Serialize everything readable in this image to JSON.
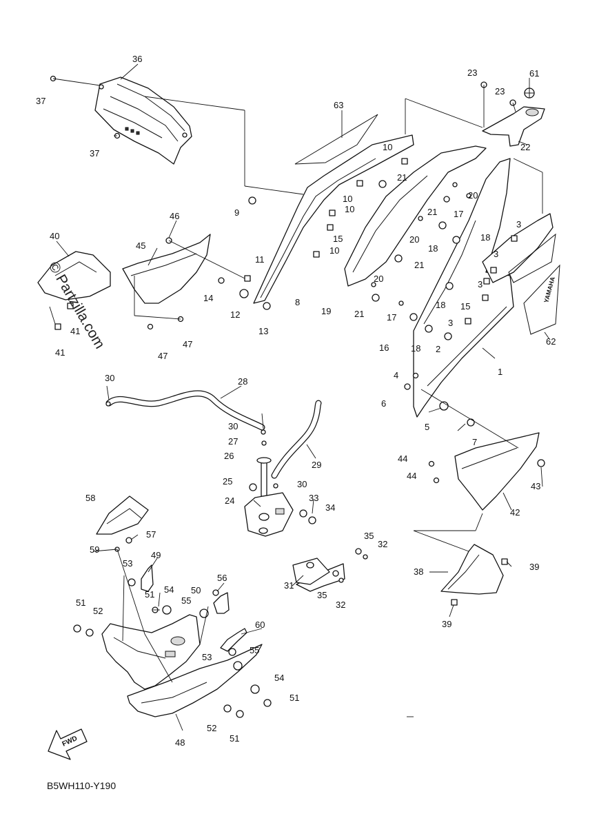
{
  "diagram_code": "B5WH110-Y190",
  "watermark": "© Partzilla.com",
  "fwd_label": "FWD",
  "decal_text": "YAMAHA",
  "callouts": [
    {
      "id": "c1",
      "text": "1"
    },
    {
      "id": "c2",
      "text": "2"
    },
    {
      "id": "c3a",
      "text": "3"
    },
    {
      "id": "c3b",
      "text": "3"
    },
    {
      "id": "c3c",
      "text": "3"
    },
    {
      "id": "c3d",
      "text": "3"
    },
    {
      "id": "c4",
      "text": "4"
    },
    {
      "id": "c5",
      "text": "5"
    },
    {
      "id": "c6",
      "text": "6"
    },
    {
      "id": "c7",
      "text": "7"
    },
    {
      "id": "c8",
      "text": "8"
    },
    {
      "id": "c9",
      "text": "9"
    },
    {
      "id": "c10a",
      "text": "10"
    },
    {
      "id": "c10b",
      "text": "10"
    },
    {
      "id": "c10c",
      "text": "10"
    },
    {
      "id": "c10d",
      "text": "10"
    },
    {
      "id": "c11",
      "text": "11"
    },
    {
      "id": "c12",
      "text": "12"
    },
    {
      "id": "c13",
      "text": "13"
    },
    {
      "id": "c14",
      "text": "14"
    },
    {
      "id": "c15a",
      "text": "15"
    },
    {
      "id": "c15b",
      "text": "15"
    },
    {
      "id": "c16",
      "text": "16"
    },
    {
      "id": "c17a",
      "text": "17"
    },
    {
      "id": "c17b",
      "text": "17"
    },
    {
      "id": "c18a",
      "text": "18"
    },
    {
      "id": "c18b",
      "text": "18"
    },
    {
      "id": "c18c",
      "text": "18"
    },
    {
      "id": "c18d",
      "text": "18"
    },
    {
      "id": "c19",
      "text": "19"
    },
    {
      "id": "c20a",
      "text": "20"
    },
    {
      "id": "c20b",
      "text": "20"
    },
    {
      "id": "c20c",
      "text": "20"
    },
    {
      "id": "c21a",
      "text": "21"
    },
    {
      "id": "c21b",
      "text": "21"
    },
    {
      "id": "c21c",
      "text": "21"
    },
    {
      "id": "c21d",
      "text": "21"
    },
    {
      "id": "c22",
      "text": "22"
    },
    {
      "id": "c23a",
      "text": "23"
    },
    {
      "id": "c23b",
      "text": "23"
    },
    {
      "id": "c24",
      "text": "24"
    },
    {
      "id": "c25",
      "text": "25"
    },
    {
      "id": "c26",
      "text": "26"
    },
    {
      "id": "c27",
      "text": "27"
    },
    {
      "id": "c28",
      "text": "28"
    },
    {
      "id": "c29",
      "text": "29"
    },
    {
      "id": "c30a",
      "text": "30"
    },
    {
      "id": "c30b",
      "text": "30"
    },
    {
      "id": "c30c",
      "text": "30"
    },
    {
      "id": "c31",
      "text": "31"
    },
    {
      "id": "c32a",
      "text": "32"
    },
    {
      "id": "c32b",
      "text": "32"
    },
    {
      "id": "c33",
      "text": "33"
    },
    {
      "id": "c34",
      "text": "34"
    },
    {
      "id": "c35a",
      "text": "35"
    },
    {
      "id": "c35b",
      "text": "35"
    },
    {
      "id": "c36",
      "text": "36"
    },
    {
      "id": "c37a",
      "text": "37"
    },
    {
      "id": "c37b",
      "text": "37"
    },
    {
      "id": "c38",
      "text": "38"
    },
    {
      "id": "c39a",
      "text": "39"
    },
    {
      "id": "c39b",
      "text": "39"
    },
    {
      "id": "c40",
      "text": "40"
    },
    {
      "id": "c41a",
      "text": "41"
    },
    {
      "id": "c41b",
      "text": "41"
    },
    {
      "id": "c42",
      "text": "42"
    },
    {
      "id": "c43",
      "text": "43"
    },
    {
      "id": "c44a",
      "text": "44"
    },
    {
      "id": "c44b",
      "text": "44"
    },
    {
      "id": "c45",
      "text": "45"
    },
    {
      "id": "c46",
      "text": "46"
    },
    {
      "id": "c47a",
      "text": "47"
    },
    {
      "id": "c47b",
      "text": "47"
    },
    {
      "id": "c48",
      "text": "48"
    },
    {
      "id": "c49",
      "text": "49"
    },
    {
      "id": "c50",
      "text": "50"
    },
    {
      "id": "c51a",
      "text": "51"
    },
    {
      "id": "c51b",
      "text": "51"
    },
    {
      "id": "c51c",
      "text": "51"
    },
    {
      "id": "c51d",
      "text": "51"
    },
    {
      "id": "c52a",
      "text": "52"
    },
    {
      "id": "c52b",
      "text": "52"
    },
    {
      "id": "c53a",
      "text": "53"
    },
    {
      "id": "c53b",
      "text": "53"
    },
    {
      "id": "c54a",
      "text": "54"
    },
    {
      "id": "c54b",
      "text": "54"
    },
    {
      "id": "c55a",
      "text": "55"
    },
    {
      "id": "c55b",
      "text": "55"
    },
    {
      "id": "c56",
      "text": "56"
    },
    {
      "id": "c57",
      "text": "57"
    },
    {
      "id": "c58",
      "text": "58"
    },
    {
      "id": "c59",
      "text": "59"
    },
    {
      "id": "c60",
      "text": "60"
    },
    {
      "id": "c61",
      "text": "61"
    },
    {
      "id": "c62",
      "text": "62"
    },
    {
      "id": "c63",
      "text": "63"
    }
  ]
}
